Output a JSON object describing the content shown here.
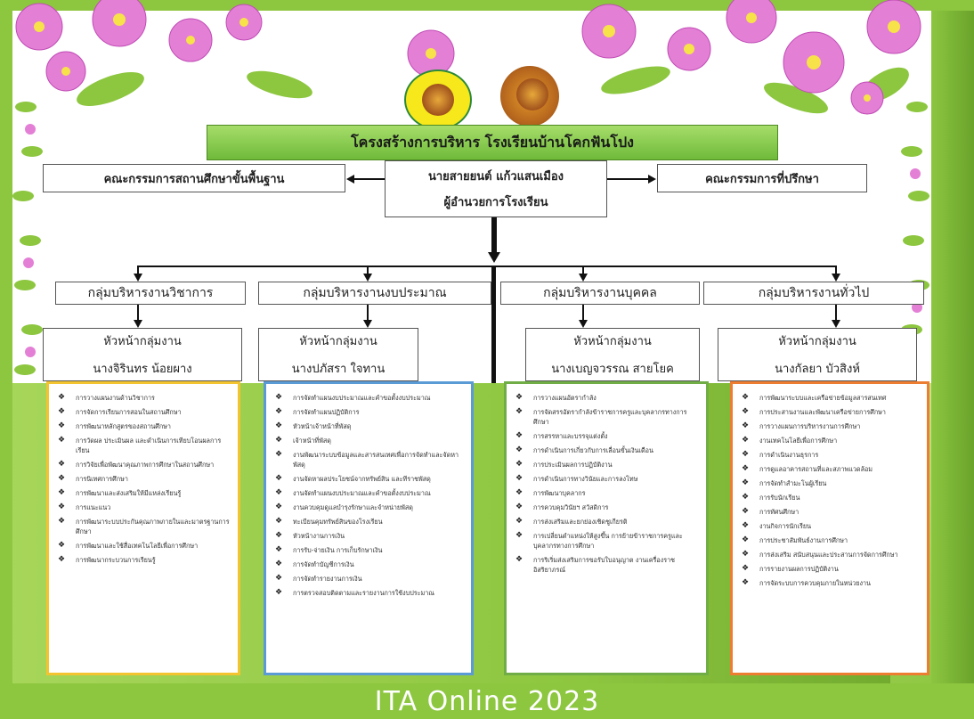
{
  "colors": {
    "frame_green": "#8dc63f",
    "title_green": "#7cc243",
    "panel1_border": "#f4c430",
    "panel2_border": "#5b9bd5",
    "panel3_border": "#70ad47",
    "panel4_border": "#ed7d31"
  },
  "title": "โครงสร้างการบริหาร โรงเรียนบ้านโคกฟันโปง",
  "top": {
    "left_committee": "คณะกรรมการสถานศึกษาขั้นพื้นฐาน",
    "director_name": "นายสายยนต์  แก้วแสนเมือง",
    "director_role": "ผู้อำนวยการโรงเรียน",
    "right_committee": "คณะกรรมการที่ปรึกษา"
  },
  "groups": [
    {
      "name": "กลุ่มบริหารงานวิชาการ",
      "head_label": "หัวหน้ากลุ่มงาน",
      "head_name": "นางจิรินทร  น้อยผาง"
    },
    {
      "name": "กลุ่มบริหารงานงบประมาณ",
      "head_label": "หัวหน้ากลุ่มงาน",
      "head_name": "นางปภัสรา  ใจทาน"
    },
    {
      "name": "กลุ่มบริหารงานบุคคล",
      "head_label": "หัวหน้ากลุ่มงาน",
      "head_name": "นางเบญจวรรณ  สายโยค"
    },
    {
      "name": "กลุ่มบริหารงานทั่วไป",
      "head_label": "หัวหน้ากลุ่มงาน",
      "head_name": "นางกัลยา  บัวสิงห์"
    }
  ],
  "panels": [
    {
      "items": [
        "การวางแผนงานด้านวิชาการ",
        "การจัดการเรียนการสอนในสถานศึกษา",
        "การพัฒนาหลักสูตรของสถานศึกษา",
        "การวัดผล ประเมินผล และดำเนินการเทียบโอนผลการเรียน",
        "การวิจัยเพื่อพัฒนาคุณภาพการศึกษาในสถานศึกษา",
        "การนิเทศการศึกษา",
        "การพัฒนาและส่งเสริมให้มีแหล่งเรียนรู้",
        "การแนะแนว",
        "การพัฒนาระบบประกันคุณภาพภายในและมาตรฐานการศึกษา",
        "การพัฒนาและใช้สื่อเทคโนโลยีเพื่อการศึกษา",
        "การพัฒนากระบวนการเรียนรู้"
      ]
    },
    {
      "items": [
        "การจัดทำแผนงบประมาณและคำขอตั้งงบประมาณ",
        "การจัดทำแผนปฏิบัติการ",
        "หัวหน้าเจ้าหน้าที่พัสดุ",
        "เจ้าหน้าที่พัสดุ",
        "งานพัฒนาระบบข้อมูลและสารสนเทศเพื่อการจัดทำและจัดหาพัสดุ",
        "งานจัดหาผลประโยชน์จากทรัพย์สิน และทีราชพัสดุ",
        "งานจัดทำแผนงบประมาณและคำขอตั้งงบประมาณ",
        "งานควบคุมดูแลบำรุงรักษาและจำหน่ายพัสดุ",
        "ทะเบียนคุมทรัพย์สินของโรงเรียน",
        "หัวหน้างานการเงิน",
        "การรับ-จ่ายเงิน การเก็บรักษาเงิน",
        "การจัดทำบัญชีการเงิน",
        "การจัดทำรายงานการเงิน",
        "การตรวจสอบติดตามและรายงานการใช้งบประมาณ"
      ]
    },
    {
      "items": [
        "การวางแผนอัตรากำลัง",
        "การจัดสรรอัตรากำลังข้าราชการครูและบุคลากรทางการศึกษา",
        "การสรรหาและบรรจุแต่งตั้ง",
        "การดำเนินการเกี่ยวกับการเลื่อนขั้นเงินเดือน",
        "การประเมินผลการปฏิบัติงาน",
        "การดำเนินการทางวินัยและการลงโทษ",
        "การพัฒนาบุคลากร",
        "การควบคุมวินัยฯ สวัสดิการ",
        "การส่งเสริมและยกย่องเชิดชูเกียรติ",
        "การเปลี่ยนตำแหน่งให้สูงขึ้น การย้ายข้าราชการครูและบุคลากรทางการศึกษา",
        "การริเริ่มส่งเสริมการขอรับใบอนุญาต งานเครื่องราชอิสริยาภรณ์"
      ]
    },
    {
      "items": [
        "การพัฒนาระบบและเครือข่ายข้อมูลสารสนเทศ",
        "การประสานงานและพัฒนาเครือข่ายการศึกษา",
        "การวางแผนการบริหารงานการศึกษา",
        "งานเทคโนโลยีเพื่อการศึกษา",
        "การดำเนินงานธุรการ",
        "การดูแลอาคารสถานที่และสภาพแวดล้อม",
        "การจัดทำสำมะโนผู้เรียน",
        "การรับนักเรียน",
        "การทัศนศึกษา",
        "งานกิจการนักเรียน",
        "การประชาสัมพันธ์งานการศึกษา",
        "การส่งเสริม สนับสนุนและประสานการจัดการศึกษา",
        "การรายงานผลการปฏิบัติงาน",
        "การจัดระบบการควบคุมภายในหน่วยงาน"
      ]
    }
  ],
  "footer": "ITA Online 2023"
}
